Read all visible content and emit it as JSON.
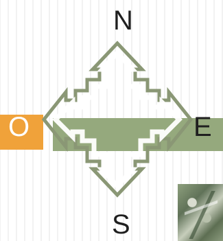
{
  "compass": {
    "north": "N",
    "south": "S",
    "west": "O",
    "east": "E"
  },
  "colors": {
    "arrow_outline": "#8a9775",
    "band": "#95a97d",
    "west_block": "#f0a23a",
    "label": "#1f1f1f"
  },
  "icons": {
    "compass": "four-direction-arrow-icon",
    "photo": "satellite-image-thumbnail"
  }
}
